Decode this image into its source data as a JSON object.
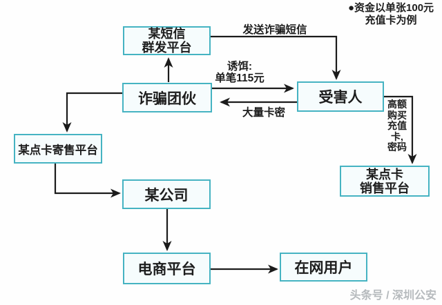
{
  "note": {
    "text": "●资金以单张100元\n充值卡为例"
  },
  "nodes": {
    "sms_platform": "某短信\n群发平台",
    "fraud_gang": "诈骗团伙",
    "victim": "受害人",
    "card_sales_platform": "某点卡\n销售平台",
    "card_consignment_platform": "某点卡寄售平台",
    "company": "某公司",
    "ecommerce_platform": "电商平台",
    "online_users": "在网用户"
  },
  "edge_labels": {
    "send_fraud_sms": "发送诈骗短信",
    "bait": "诱饵:\n单笔115元",
    "many_card_codes": "大量卡密",
    "high_value_purchase": "高额\n购买\n充值\n卡,\n密码"
  },
  "watermark": "头条号 / 深圳公安",
  "colors": {
    "box_border": "#45b3c2",
    "box_fill": "#f6fcfd",
    "arrow": "#1b1b1b",
    "text": "#1d1d1d",
    "watermark": "#b6babd"
  }
}
